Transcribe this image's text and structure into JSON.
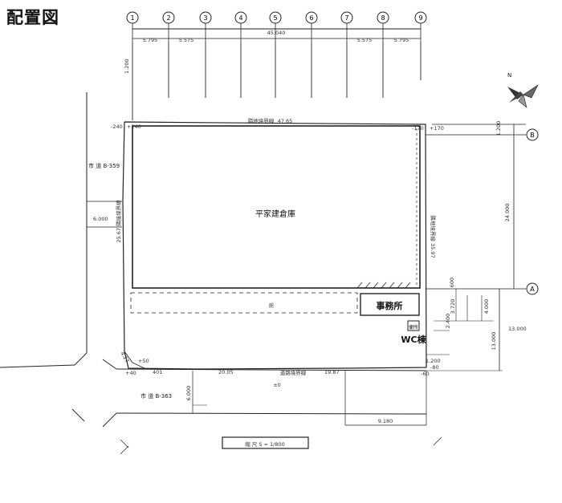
{
  "title": "配置図",
  "grid": {
    "columns": [
      "1",
      "2",
      "3",
      "4",
      "5",
      "6",
      "7",
      "8",
      "9"
    ],
    "rows": [
      "B",
      "A"
    ]
  },
  "dims": {
    "overall_width": "45.040",
    "bay_1": "5.795",
    "bay_2": "5.575",
    "bay_7": "5.575",
    "bay_8": "5.795",
    "top_offset": "1.200",
    "warehouse_width": "47.65",
    "level_nw_1": "-240",
    "level_nw_2": "+240",
    "level_ne_1": "-170",
    "level_ne_2": "+170",
    "right_top": "1.200",
    "right_height": "24.000",
    "left_road_width": "6.000",
    "right_offset": "13.000",
    "small_1": "600",
    "small_2": "3.720",
    "small_3": "4.000",
    "small_4": "2.400",
    "bottom_a": "401",
    "bottom_b": "20.05",
    "bottom_c": "19.87",
    "bottom_d": "1.200",
    "bottom_e": "-80",
    "bottom_f": "9.180",
    "level_zero": "±0",
    "corner_plus50": "+50",
    "corner_plus40": "+40",
    "corner_len": "4.27",
    "bottom_road_width": "6.000",
    "level_mid": "-60",
    "canopy": "庇"
  },
  "labels": {
    "warehouse": "平家建倉庫",
    "office": "事務所",
    "wc": "WC棟",
    "wc_sub": "便所",
    "road_west": "市 道 B-359",
    "road_south": "市 道 B-363",
    "left_side_text": "25.67 隣接境界線",
    "right_side_text": "隣地境界線 35.97",
    "top_side_text": "隣地境界線",
    "bottom_side_text": "道路境界線",
    "scale_box": "縮 尺  S = 1/800",
    "north": "N"
  }
}
